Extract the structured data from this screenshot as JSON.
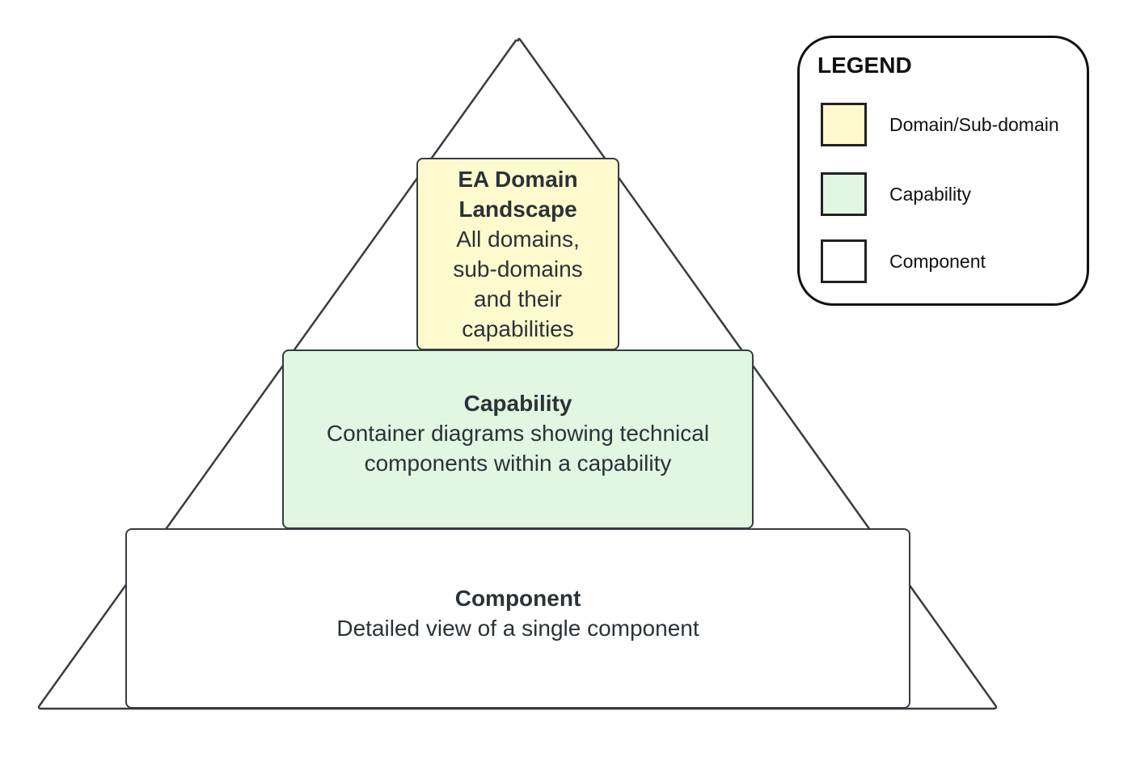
{
  "diagram": {
    "type": "pyramid",
    "tiers": [
      {
        "id": "domain",
        "title_lines": [
          "EA Domain",
          "Landscape"
        ],
        "description_lines": [
          "All domains,",
          "sub-domains",
          "and their",
          "capabilities"
        ],
        "fill": "#fdfbcd"
      },
      {
        "id": "capability",
        "title_lines": [
          "Capability"
        ],
        "description_lines": [
          "Container diagrams showing technical",
          "components within a capability"
        ],
        "fill": "#e1f7e1"
      },
      {
        "id": "component",
        "title_lines": [
          "Component"
        ],
        "description_lines": [
          "Detailed view of a single component"
        ],
        "fill": "#ffffff"
      }
    ],
    "stroke_color": "#363c42"
  },
  "legend": {
    "title": "LEGEND",
    "items": [
      {
        "label": "Domain/Sub-domain",
        "color": "#fdfbcd"
      },
      {
        "label": "Capability",
        "color": "#e1f7e1"
      },
      {
        "label": "Component",
        "color": "#ffffff"
      }
    ]
  }
}
